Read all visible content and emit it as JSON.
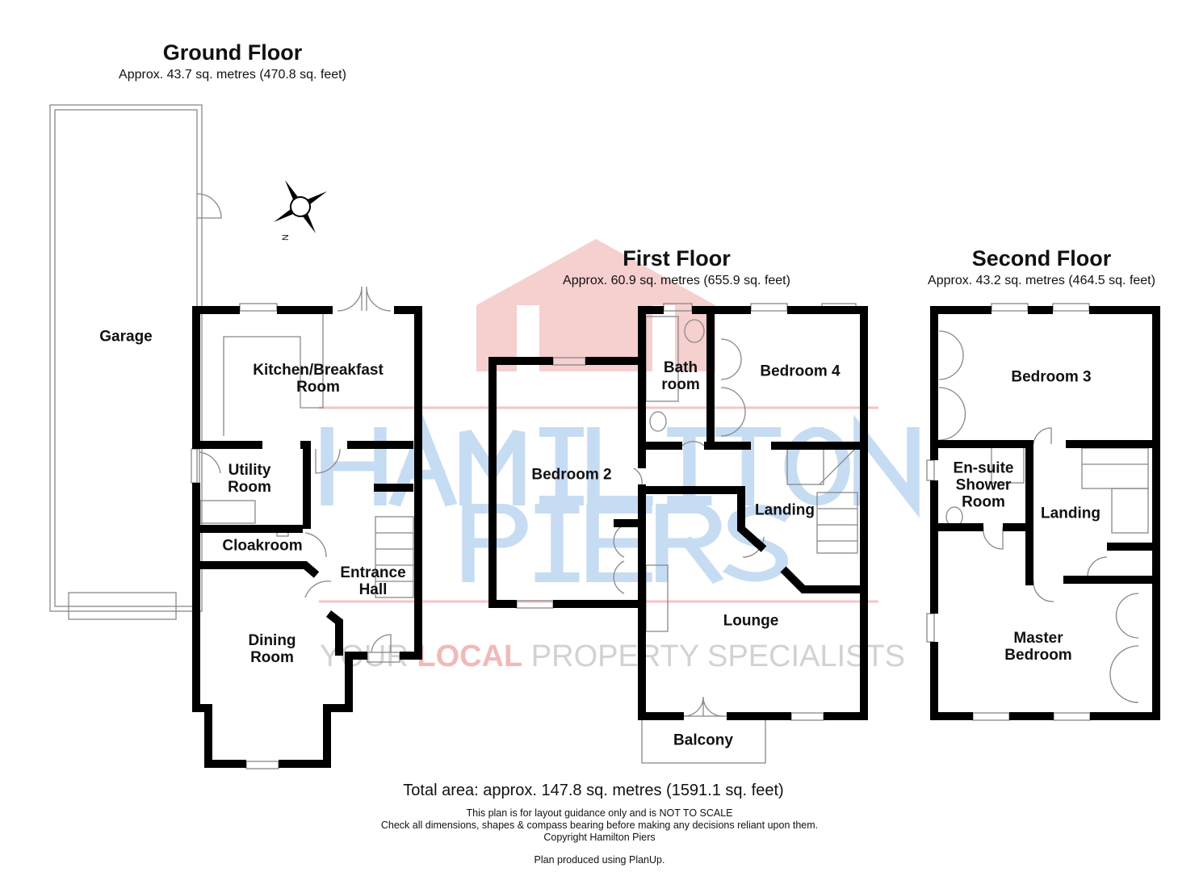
{
  "watermark": {
    "line1": "HAMILTON",
    "line2": "PIERS",
    "tag_a": "YOUR ",
    "tag_b": "LOCAL",
    "tag_c": " PROPERTY SPECIALISTS"
  },
  "colors": {
    "wall": "#000000",
    "watermark_blue": "#bcd6f1",
    "watermark_red": "#f4c4c4",
    "watermark_grey": "#d0d0d0"
  },
  "floors": {
    "ground": {
      "title": "Ground Floor",
      "area": "Approx. 43.7 sq. metres (470.8 sq. feet)",
      "rooms": {
        "garage": "Garage",
        "kitchen_1": "Kitchen/Breakfast",
        "kitchen_2": "Room",
        "utility_1": "Utility",
        "utility_2": "Room",
        "cloakroom": "Cloakroom",
        "hall_1": "Entrance",
        "hall_2": "Hall",
        "dining_1": "Dining",
        "dining_2": "Room"
      }
    },
    "first": {
      "title": "First Floor",
      "area": "Approx. 60.9 sq. metres (655.9 sq. feet)",
      "rooms": {
        "bath_1": "Bath",
        "bath_2": "room",
        "bedroom4": "Bedroom 4",
        "bedroom2": "Bedroom 2",
        "landing": "Landing",
        "lounge": "Lounge",
        "balcony": "Balcony"
      }
    },
    "second": {
      "title": "Second Floor",
      "area": "Approx. 43.2 sq. metres (464.5 sq. feet)",
      "rooms": {
        "bedroom3": "Bedroom 3",
        "ensuite_1": "En-suite",
        "ensuite_2": "Shower",
        "ensuite_3": "Room",
        "landing": "Landing",
        "master_1": "Master",
        "master_2": "Bedroom"
      }
    }
  },
  "compass": {
    "north_label": "N"
  },
  "footer": {
    "total": "Total area: approx. 147.8 sq. metres (1591.1 sq. feet)",
    "note1": "This plan is for layout guidance only and is NOT TO SCALE",
    "note2": "Check all dimensions, shapes & compass bearing before making any decisions reliant upon them.",
    "copyright": "Copyright Hamilton Piers",
    "produced": "Plan produced using PlanUp."
  }
}
